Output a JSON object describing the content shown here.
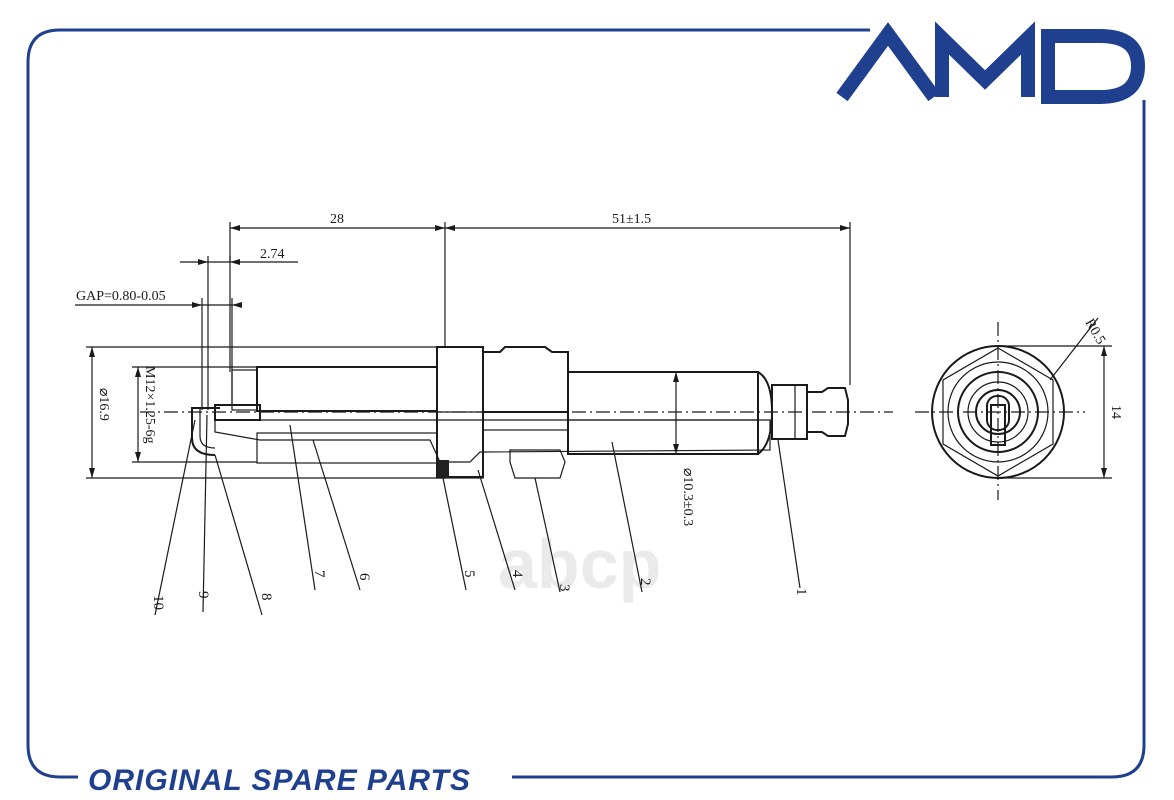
{
  "brand": {
    "logo_text": "AMD",
    "color": "#1f3f8f"
  },
  "footer": {
    "slogan": "ORIGINAL SPARE PARTS"
  },
  "watermark": {
    "text": "abcp"
  },
  "dimensions": {
    "overall_28": "28",
    "length_51": "51±1.5",
    "reach_2_74": "2.74",
    "gap": "GAP=0.80-0.05",
    "dia_16_9": "⌀16.9",
    "thread": "M12×1.25-6g",
    "dia_10_3": "⌀10.3±0.3",
    "radius": "R0.5",
    "hex_14": "14"
  },
  "part_labels": [
    "1",
    "2",
    "3",
    "4",
    "5",
    "6",
    "7",
    "8",
    "9",
    "10"
  ]
}
